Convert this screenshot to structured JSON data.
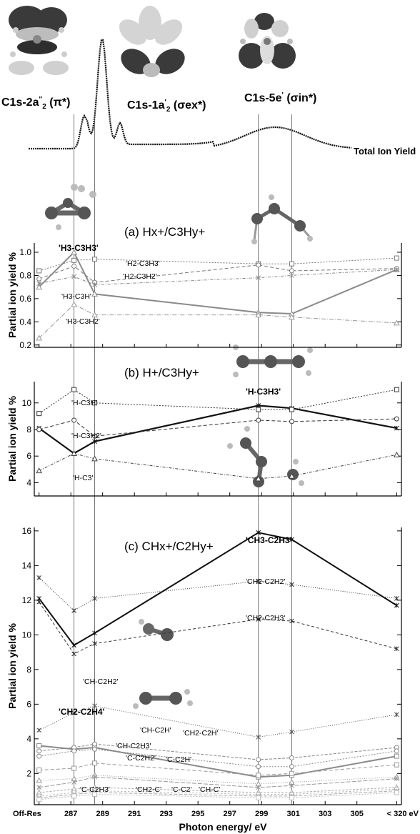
{
  "top": {
    "orbital_labels": [
      {
        "main": "C1s-2a",
        "sup": "''",
        "sub": "2",
        "tail": " (π*)"
      },
      {
        "main": "C1s-1a",
        "sup": "'",
        "sub": "2",
        "tail": " (σex*)"
      },
      {
        "main": "C1s-5e",
        "sup": "'",
        "sub": "",
        "tail": " (σin*)"
      }
    ],
    "total_ion_yield_label": "Total Ion Yield"
  },
  "x_axis": {
    "label": "Photon energy/ eV",
    "tick_labels": [
      "Off-Res",
      "287",
      "289",
      "291",
      "293",
      "295",
      "297",
      "299",
      "301",
      "303",
      "305",
      "< 320 eV"
    ],
    "tick_positions": [
      285,
      287,
      289,
      291,
      293,
      295,
      297,
      299,
      301,
      303,
      305,
      307.5
    ],
    "xlim": [
      284.7,
      307.8
    ],
    "marker_lines": [
      287.2,
      288.5,
      298.8,
      300.9
    ]
  },
  "chart_data": [
    {
      "type": "line",
      "title": "(a) Hx+/C3Hy+",
      "ylabel": "Partial ion yield %",
      "ylim": [
        0.18,
        1.08
      ],
      "yticks": [
        0.2,
        0.4,
        0.6,
        0.8,
        1.0
      ],
      "x": [
        285,
        287.2,
        288.5,
        298.8,
        300.9,
        307.5
      ],
      "series": [
        {
          "name": "'H3-C3H3'",
          "values": [
            0.7,
            1.0,
            0.64,
            0.48,
            0.47,
            0.85
          ]
        },
        {
          "name": "'H2-C3H3'",
          "values": [
            0.84,
            0.93,
            0.94,
            0.9,
            0.9,
            0.95
          ]
        },
        {
          "name": "'H2-C3H2'",
          "values": [
            0.77,
            0.88,
            0.74,
            0.89,
            0.84,
            0.86
          ]
        },
        {
          "name": "'H3-C3H'",
          "values": [
            0.73,
            0.79,
            0.72,
            0.78,
            0.8,
            0.85
          ]
        },
        {
          "name": "'H3-C3H2'",
          "values": [
            0.26,
            0.55,
            0.46,
            0.46,
            0.44,
            0.39
          ]
        }
      ],
      "annotations": [
        "'H3-C3H3'",
        "'H2-C3H3'",
        "'H2-C3H2'",
        "'H3-C3H'",
        "'H3-C3H2'"
      ]
    },
    {
      "type": "line",
      "title": "(b) H+/C3Hy+",
      "ylabel": "Partial ion yield %",
      "ylim": [
        3.0,
        11.6
      ],
      "yticks": [
        4,
        6,
        8,
        10
      ],
      "x": [
        285,
        287.2,
        288.5,
        298.8,
        300.9,
        307.5
      ],
      "series": [
        {
          "name": "'H-C3H3'",
          "values": [
            8.1,
            6.2,
            7.1,
            9.8,
            9.6,
            8.1
          ]
        },
        {
          "name": "'H-C3H'",
          "values": [
            9.2,
            11.0,
            10.0,
            9.5,
            9.5,
            11.0
          ]
        },
        {
          "name": "'H-C3H2'",
          "values": [
            8.0,
            8.7,
            7.5,
            8.7,
            8.6,
            8.8
          ]
        },
        {
          "name": "'H-C3'",
          "values": [
            4.9,
            6.2,
            5.8,
            4.3,
            4.5,
            6.1
          ]
        }
      ],
      "annotations": [
        "'H-C3H3'",
        "'H-C3H'",
        "'H-C3H2'",
        "'H-C3'"
      ]
    },
    {
      "type": "line",
      "title": "(c) CHx+/C2Hy+",
      "ylabel": "Partial ion yield %",
      "ylim": [
        0.2,
        16.2
      ],
      "yticks": [
        2,
        4,
        6,
        8,
        10,
        12,
        14,
        16
      ],
      "x": [
        285,
        287.2,
        288.5,
        298.8,
        300.9,
        307.5
      ],
      "series": [
        {
          "name": "'CH3-C2H3'",
          "values": [
            12.1,
            9.4,
            10.1,
            15.9,
            15.5,
            11.7
          ]
        },
        {
          "name": "'CH2-C2H2'",
          "values": [
            13.3,
            11.4,
            12.1,
            13.1,
            12.9,
            12.1
          ]
        },
        {
          "name": "'CH2-C2H3'",
          "values": [
            11.9,
            8.9,
            9.5,
            10.9,
            10.8,
            9.2
          ]
        },
        {
          "name": "'CH-C2H2'",
          "values": [
            4.5,
            5.5,
            5.9,
            4.1,
            4.4,
            5.4
          ]
        },
        {
          "name": "'CH2-C2H4'",
          "values": [
            3.6,
            3.4,
            3.5,
            1.8,
            1.9,
            3.0
          ]
        },
        {
          "name": "'CH-C2H'",
          "values": [
            3.3,
            3.5,
            3.7,
            2.8,
            2.9,
            3.5
          ]
        },
        {
          "name": "'CH2-C2H'",
          "values": [
            3.0,
            3.3,
            3.4,
            2.4,
            2.4,
            3.3
          ]
        },
        {
          "name": "'CH-C2H3'",
          "values": [
            2.2,
            2.3,
            2.6,
            1.9,
            2.0,
            2.5
          ]
        },
        {
          "name": "'C-C2H2'",
          "values": [
            1.6,
            1.7,
            1.9,
            1.4,
            1.5,
            1.8
          ]
        },
        {
          "name": "'C-C2H'",
          "values": [
            1.2,
            1.5,
            1.8,
            1.2,
            1.3,
            1.7
          ]
        },
        {
          "name": "'C-C2H3'",
          "values": [
            0.9,
            1.1,
            1.2,
            0.9,
            0.9,
            1.2
          ]
        },
        {
          "name": "'CH2-C'",
          "values": [
            0.7,
            0.9,
            1.0,
            0.8,
            0.8,
            1.1
          ]
        },
        {
          "name": "'C-C2'",
          "values": [
            0.6,
            0.8,
            0.9,
            0.7,
            0.7,
            1.0
          ]
        },
        {
          "name": "'CH-C'",
          "values": [
            0.5,
            0.7,
            0.8,
            0.6,
            0.6,
            0.9
          ]
        }
      ],
      "annotations": [
        "'CH3-C2H3'",
        "'CH2-C2H2'",
        "'CH2-C2H3'",
        "'CH-C2H2'",
        "'CH2-C2H4'",
        "'CH-C2H'",
        "'CH2-C2H'",
        "'CH-C2H3'",
        "'C-C2H2'",
        "'C-C2H'",
        "'C-C2H3'",
        "'CH2-C'",
        "'C-C2'",
        "'CH-C'"
      ]
    }
  ]
}
